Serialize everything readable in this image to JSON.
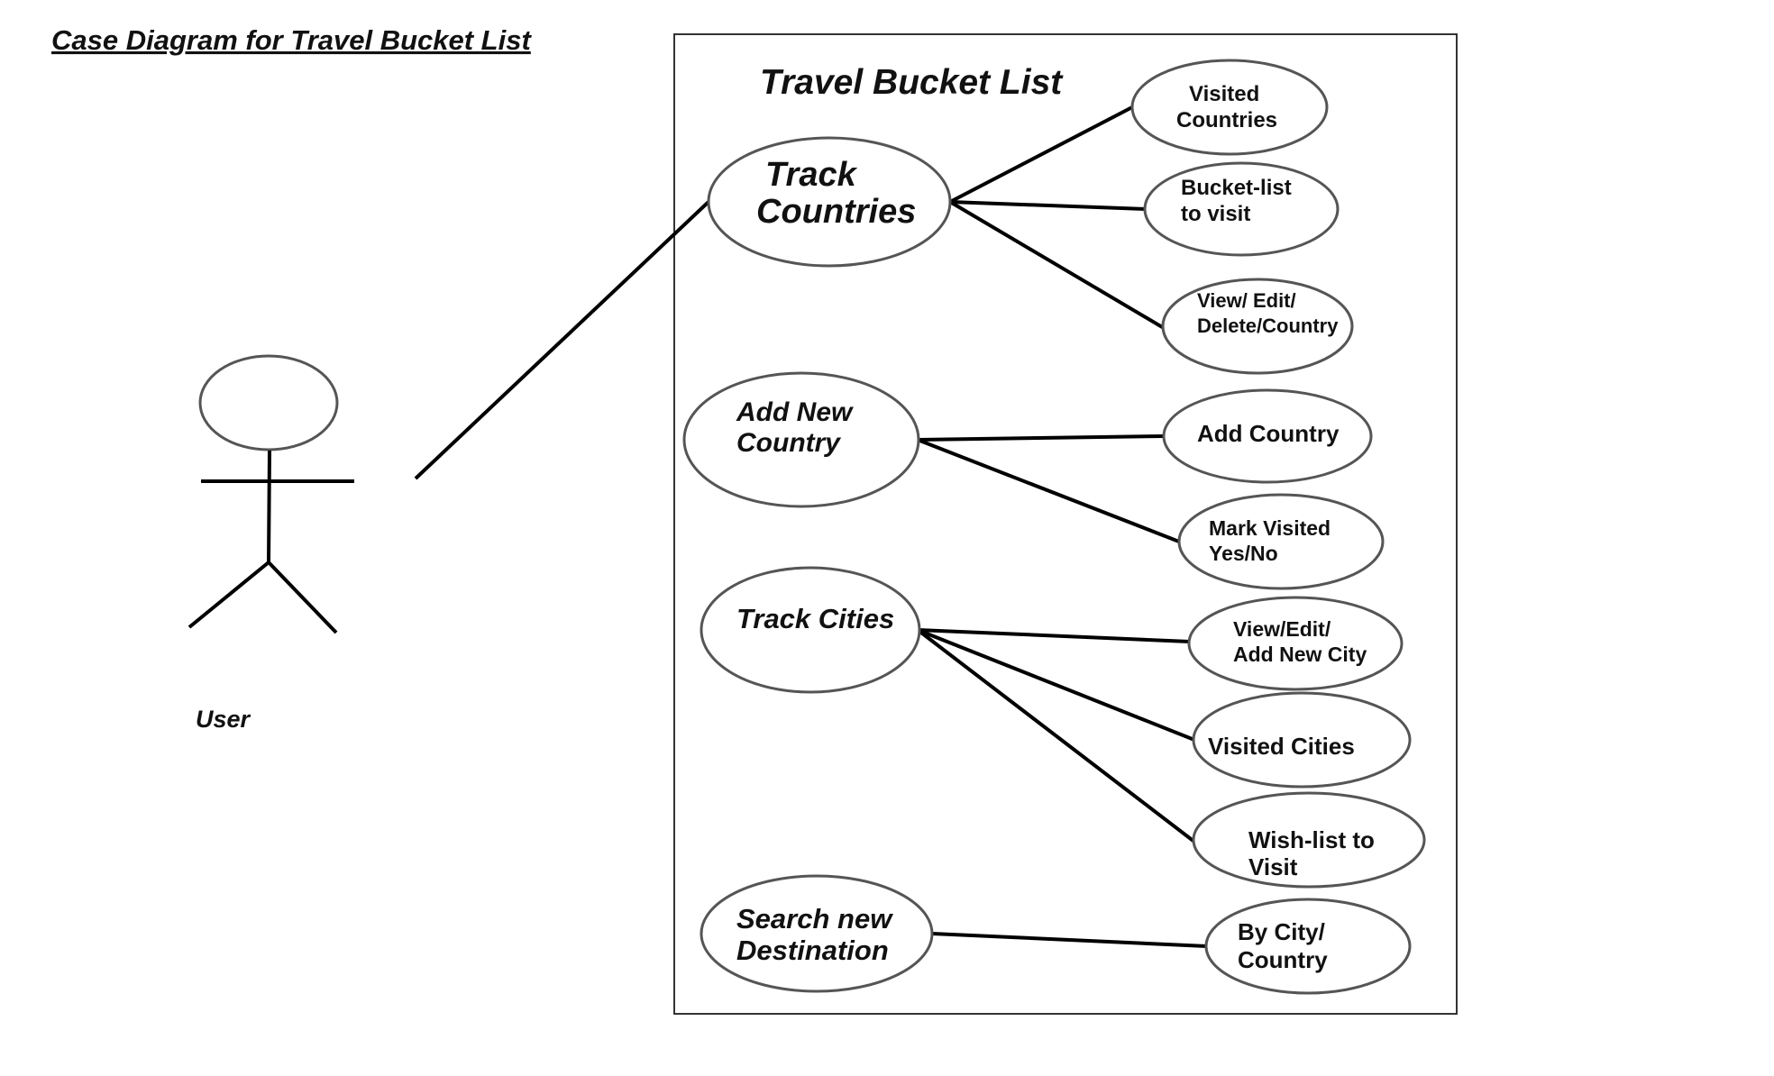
{
  "diagram": {
    "title": "Case Diagram for Travel Bucket List",
    "system_title": "Travel Bucket List",
    "actor": {
      "label": "User"
    },
    "use_cases": {
      "track_countries": [
        "Track",
        "Countries"
      ],
      "add_new_country": [
        "Add New",
        "Country"
      ],
      "track_cities": [
        "Track Cities"
      ],
      "search_new_destination": [
        "Search new",
        "Destination"
      ],
      "visited_countries": [
        "Visited",
        "Countries"
      ],
      "bucket_list_to_visit": [
        "Bucket-list",
        "to visit"
      ],
      "view_edit_delete_country": [
        "View/ Edit/",
        "Delete/Country"
      ],
      "add_country": [
        "Add Country"
      ],
      "mark_visited": [
        "Mark Visited",
        "Yes/No"
      ],
      "view_edit_add_city": [
        "View/Edit/",
        "Add New City"
      ],
      "visited_cities": [
        "Visited Cities"
      ],
      "wish_list_to_visit": [
        "Wish-list to",
        "Visit"
      ],
      "by_city_country": [
        "By City/",
        "Country"
      ]
    },
    "associations": [
      [
        "user",
        "track_countries"
      ],
      [
        "track_countries",
        "visited_countries"
      ],
      [
        "track_countries",
        "bucket_list_to_visit"
      ],
      [
        "track_countries",
        "view_edit_delete_country"
      ],
      [
        "add_new_country",
        "add_country"
      ],
      [
        "add_new_country",
        "mark_visited"
      ],
      [
        "track_cities",
        "view_edit_add_city"
      ],
      [
        "track_cities",
        "visited_cities"
      ],
      [
        "track_cities",
        "wish_list_to_visit"
      ],
      [
        "search_new_destination",
        "by_city_country"
      ]
    ]
  }
}
